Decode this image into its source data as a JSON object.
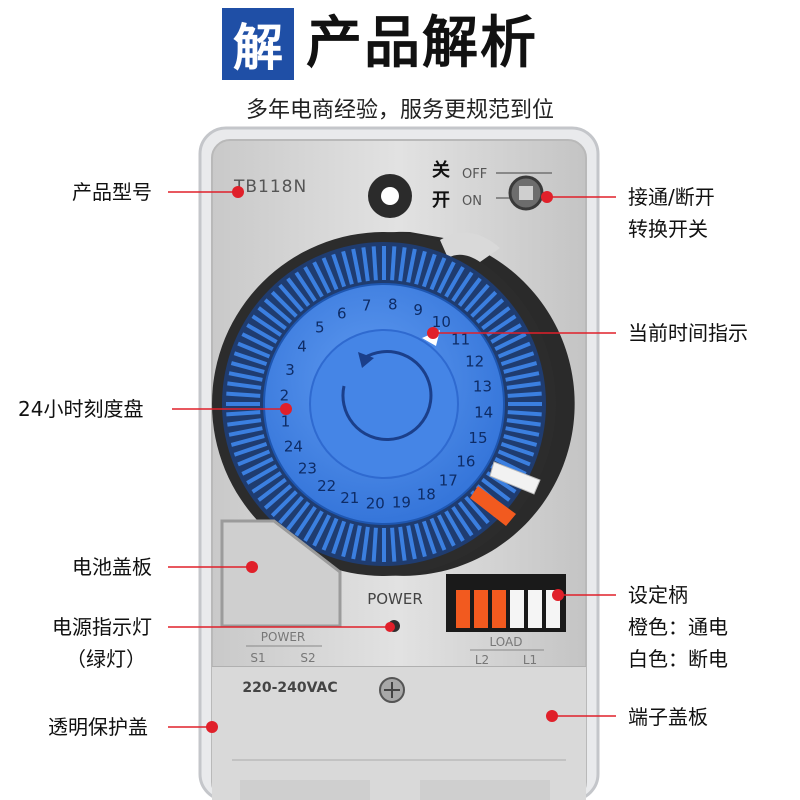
{
  "header": {
    "badge": "解",
    "title": "产品解析",
    "subtitle": "多年电商经验，服务更规范到位"
  },
  "device": {
    "model": "TB118N",
    "switch_off_cn": "关",
    "switch_on_cn": "开",
    "switch_off": "OFF",
    "switch_on": "ON",
    "power_label": "POWER",
    "small_power": "POWER",
    "s1": "S1",
    "s2": "S2",
    "load": "LOAD",
    "l2": "L2",
    "l1": "L1",
    "voltage": "220-240VAC"
  },
  "dial_numbers": [
    "1",
    "2",
    "3",
    "4",
    "5",
    "6",
    "7",
    "8",
    "9",
    "10",
    "11",
    "12",
    "13",
    "14",
    "15",
    "16",
    "17",
    "18",
    "19",
    "20",
    "21",
    "22",
    "23",
    "24"
  ],
  "labels": {
    "model": "产品型号",
    "switch_line1": "接通/断开",
    "switch_line2": "转换开关",
    "current_time": "当前时间指示",
    "dial": "24小时刻度盘",
    "battery_cover": "电池盖板",
    "indicator_line1": "电源指示灯",
    "indicator_line2": "（绿灯）",
    "pins_line1": "设定柄",
    "pins_line2": "橙色：通电",
    "pins_line3": "白色：断电",
    "cover": "透明保护盖",
    "terminal_cover": "端子盖板"
  },
  "colors": {
    "badge": "#1f4fa6",
    "dial_blue": "#3b7fe0",
    "pin_orange": "#f25a1f",
    "pointer_red": "#e0202a",
    "body_grey": "#d4d4d4"
  }
}
